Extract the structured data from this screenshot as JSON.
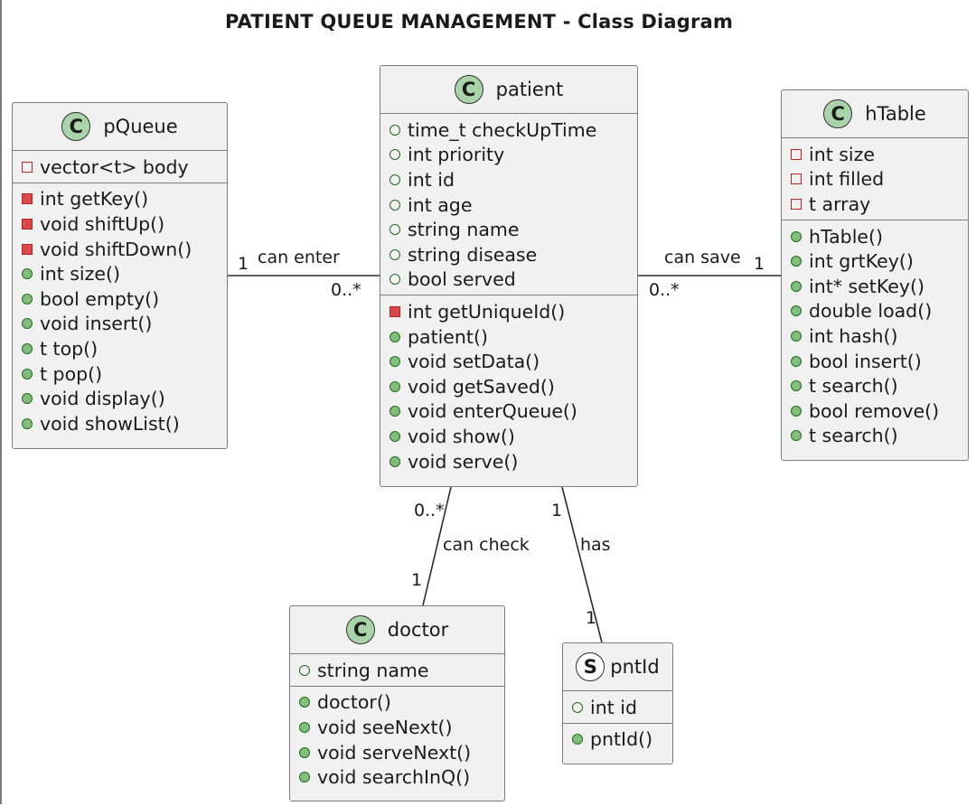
{
  "diagram": {
    "title": "PATIENT QUEUE MANAGEMENT - Class Diagram",
    "classes": {
      "pqueue": {
        "stereotype": "C",
        "name": "pQueue",
        "attributes": [
          {
            "vis": "private",
            "text": "vector<t> body"
          }
        ],
        "methods": [
          {
            "vis": "private",
            "text": "int getKey()"
          },
          {
            "vis": "private",
            "text": "void shiftUp()"
          },
          {
            "vis": "private",
            "text": "void shiftDown()"
          },
          {
            "vis": "public",
            "text": "int size()"
          },
          {
            "vis": "public",
            "text": "bool empty()"
          },
          {
            "vis": "public",
            "text": "void insert()"
          },
          {
            "vis": "public",
            "text": "t top()"
          },
          {
            "vis": "public",
            "text": "t pop()"
          },
          {
            "vis": "public",
            "text": "void display()"
          },
          {
            "vis": "public",
            "text": "void showList()"
          }
        ]
      },
      "patient": {
        "stereotype": "C",
        "name": "patient",
        "attributes": [
          {
            "vis": "public",
            "text": "time_t checkUpTime"
          },
          {
            "vis": "public",
            "text": "int priority"
          },
          {
            "vis": "public",
            "text": "int id"
          },
          {
            "vis": "public",
            "text": "int age"
          },
          {
            "vis": "public",
            "text": "string name"
          },
          {
            "vis": "public",
            "text": "string disease"
          },
          {
            "vis": "public",
            "text": "bool served"
          }
        ],
        "methods": [
          {
            "vis": "private",
            "text": "int getUniqueId()"
          },
          {
            "vis": "public",
            "text": "patient()"
          },
          {
            "vis": "public",
            "text": "void setData()"
          },
          {
            "vis": "public",
            "text": "void getSaved()"
          },
          {
            "vis": "public",
            "text": "void enterQueue()"
          },
          {
            "vis": "public",
            "text": "void show()"
          },
          {
            "vis": "public",
            "text": "void serve()"
          }
        ]
      },
      "htable": {
        "stereotype": "C",
        "name": "hTable",
        "attributes": [
          {
            "vis": "private",
            "text": "int size"
          },
          {
            "vis": "private",
            "text": "int filled"
          },
          {
            "vis": "private",
            "text": "t array"
          }
        ],
        "methods": [
          {
            "vis": "public",
            "text": "hTable()"
          },
          {
            "vis": "public",
            "text": "int grtKey()"
          },
          {
            "vis": "public",
            "text": "int* setKey()"
          },
          {
            "vis": "public",
            "text": "double load()"
          },
          {
            "vis": "public",
            "text": "int hash()"
          },
          {
            "vis": "public",
            "text": "bool insert()"
          },
          {
            "vis": "public",
            "text": "t search()"
          },
          {
            "vis": "public",
            "text": "bool remove()"
          },
          {
            "vis": "public",
            "text": "t search()"
          }
        ]
      },
      "doctor": {
        "stereotype": "C",
        "name": "doctor",
        "attributes": [
          {
            "vis": "public",
            "text": "string name"
          }
        ],
        "methods": [
          {
            "vis": "public",
            "text": "doctor()"
          },
          {
            "vis": "public",
            "text": "void seeNext()"
          },
          {
            "vis": "public",
            "text": "void serveNext()"
          },
          {
            "vis": "public",
            "text": "void searchInQ()"
          }
        ]
      },
      "pntid": {
        "stereotype": "S",
        "name": "pntId",
        "attributes": [
          {
            "vis": "public",
            "text": "int id"
          }
        ],
        "methods": [
          {
            "vis": "public",
            "text": "pntId()"
          }
        ]
      }
    },
    "relations": {
      "enter": {
        "label": "can enter",
        "from_mult": "1",
        "to_mult": "0..*"
      },
      "save": {
        "label": "can save",
        "from_mult": "0..*",
        "to_mult": "1"
      },
      "check": {
        "label": "can check",
        "from_mult": "0..*",
        "to_mult": "1"
      },
      "has": {
        "label": "has",
        "from_mult": "1",
        "to_mult": "1"
      }
    },
    "colors": {
      "class_fill": "#f1f1f1",
      "class_border": "#7d7d7d",
      "badge_fill": "#a9d4aa",
      "public_marker": "#84be7f",
      "private_marker": "#d9484a",
      "line": "#2b2b2b"
    }
  }
}
